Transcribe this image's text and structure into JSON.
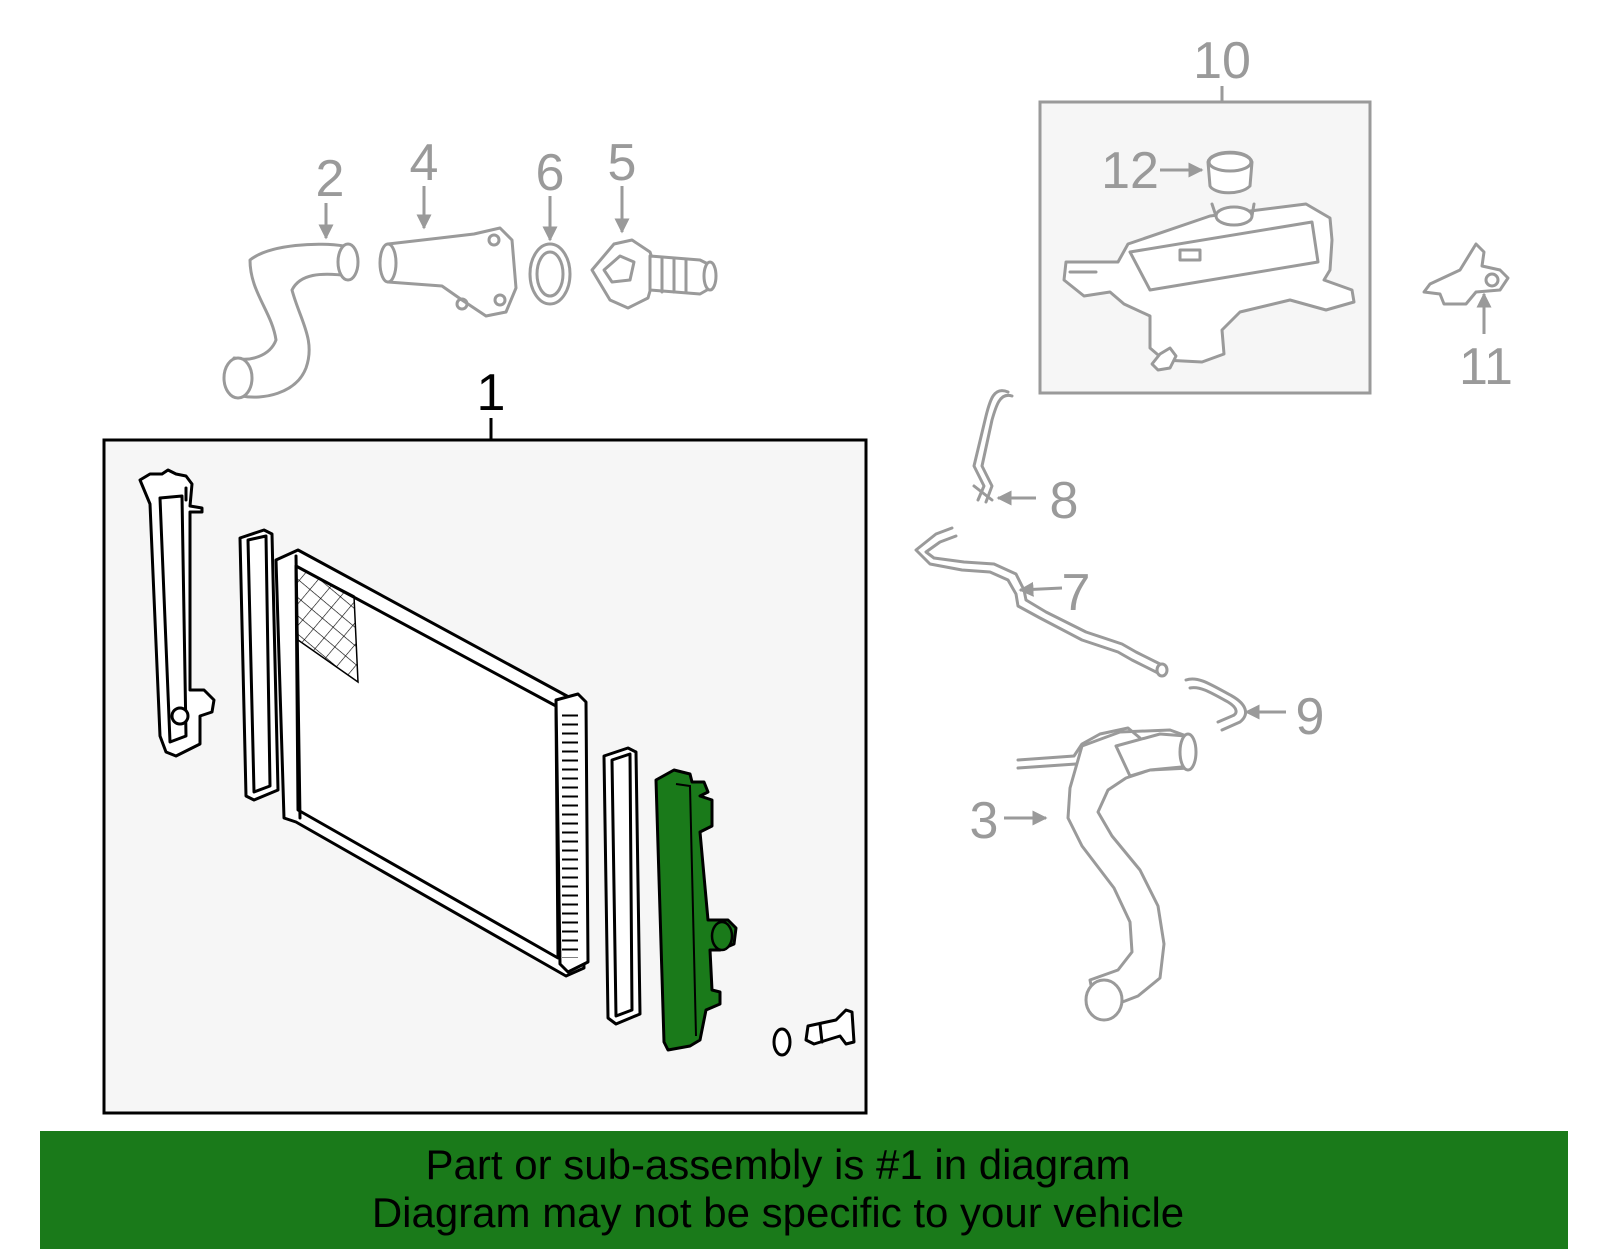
{
  "callouts": {
    "main": "1",
    "part_2": "2",
    "part_3": "3",
    "part_4": "4",
    "part_5": "5",
    "part_6": "6",
    "part_7": "7",
    "part_8": "8",
    "part_9": "9",
    "part_10": "10",
    "part_11": "11",
    "part_12": "12"
  },
  "highlight_color": "#1a7a1a",
  "banner": {
    "line1": "Part or sub-assembly is #1 in diagram",
    "line2": "Diagram may not be specific to your vehicle",
    "color": "#1a7a1a"
  }
}
